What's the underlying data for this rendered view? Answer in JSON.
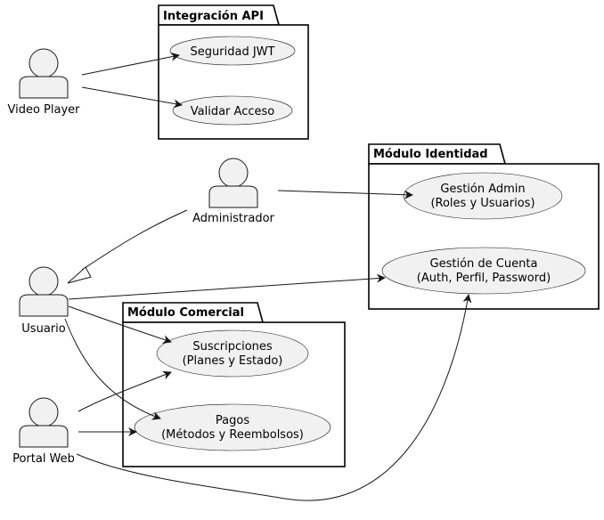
{
  "packages": {
    "api": {
      "title": "Integración API"
    },
    "identidad": {
      "title": "Módulo Identidad"
    },
    "comercial": {
      "title": "Módulo Comercial"
    }
  },
  "actors": {
    "video_player": "Video Player",
    "administrador": "Administrador",
    "usuario": "Usuario",
    "portal_web": "Portal Web"
  },
  "use_cases": {
    "seguridad_jwt": {
      "line1": "Seguridad JWT"
    },
    "validar_acceso": {
      "line1": "Validar Acceso"
    },
    "gestion_admin": {
      "line1": "Gestión Admin",
      "line2": "(Roles y Usuarios)"
    },
    "gestion_cuenta": {
      "line1": "Gestión de Cuenta",
      "line2": "(Auth, Perfil, Password)"
    },
    "suscripciones": {
      "line1": "Suscripciones",
      "line2": "(Planes y Estado)"
    },
    "pagos": {
      "line1": "Pagos",
      "line2": "(Métodos y Reembolsos)"
    }
  },
  "colors": {
    "fill": "#f1f1f1",
    "stroke": "#181818",
    "background": "#ffffff"
  }
}
